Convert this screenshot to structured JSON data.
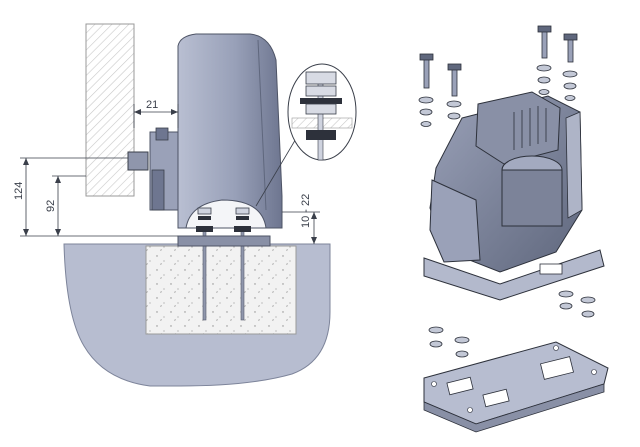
{
  "dimensions": {
    "d21": "21",
    "d124": "124",
    "d92": "92",
    "d10_22": "10 - 22"
  },
  "colors": {
    "motor": "#9aa1b8",
    "motor_dark": "#5f677d",
    "ground": "#b7bdd0",
    "concrete": "#f1f1f1",
    "wall_hatch": "#cfcfcf",
    "line": "#3a3f4a"
  }
}
